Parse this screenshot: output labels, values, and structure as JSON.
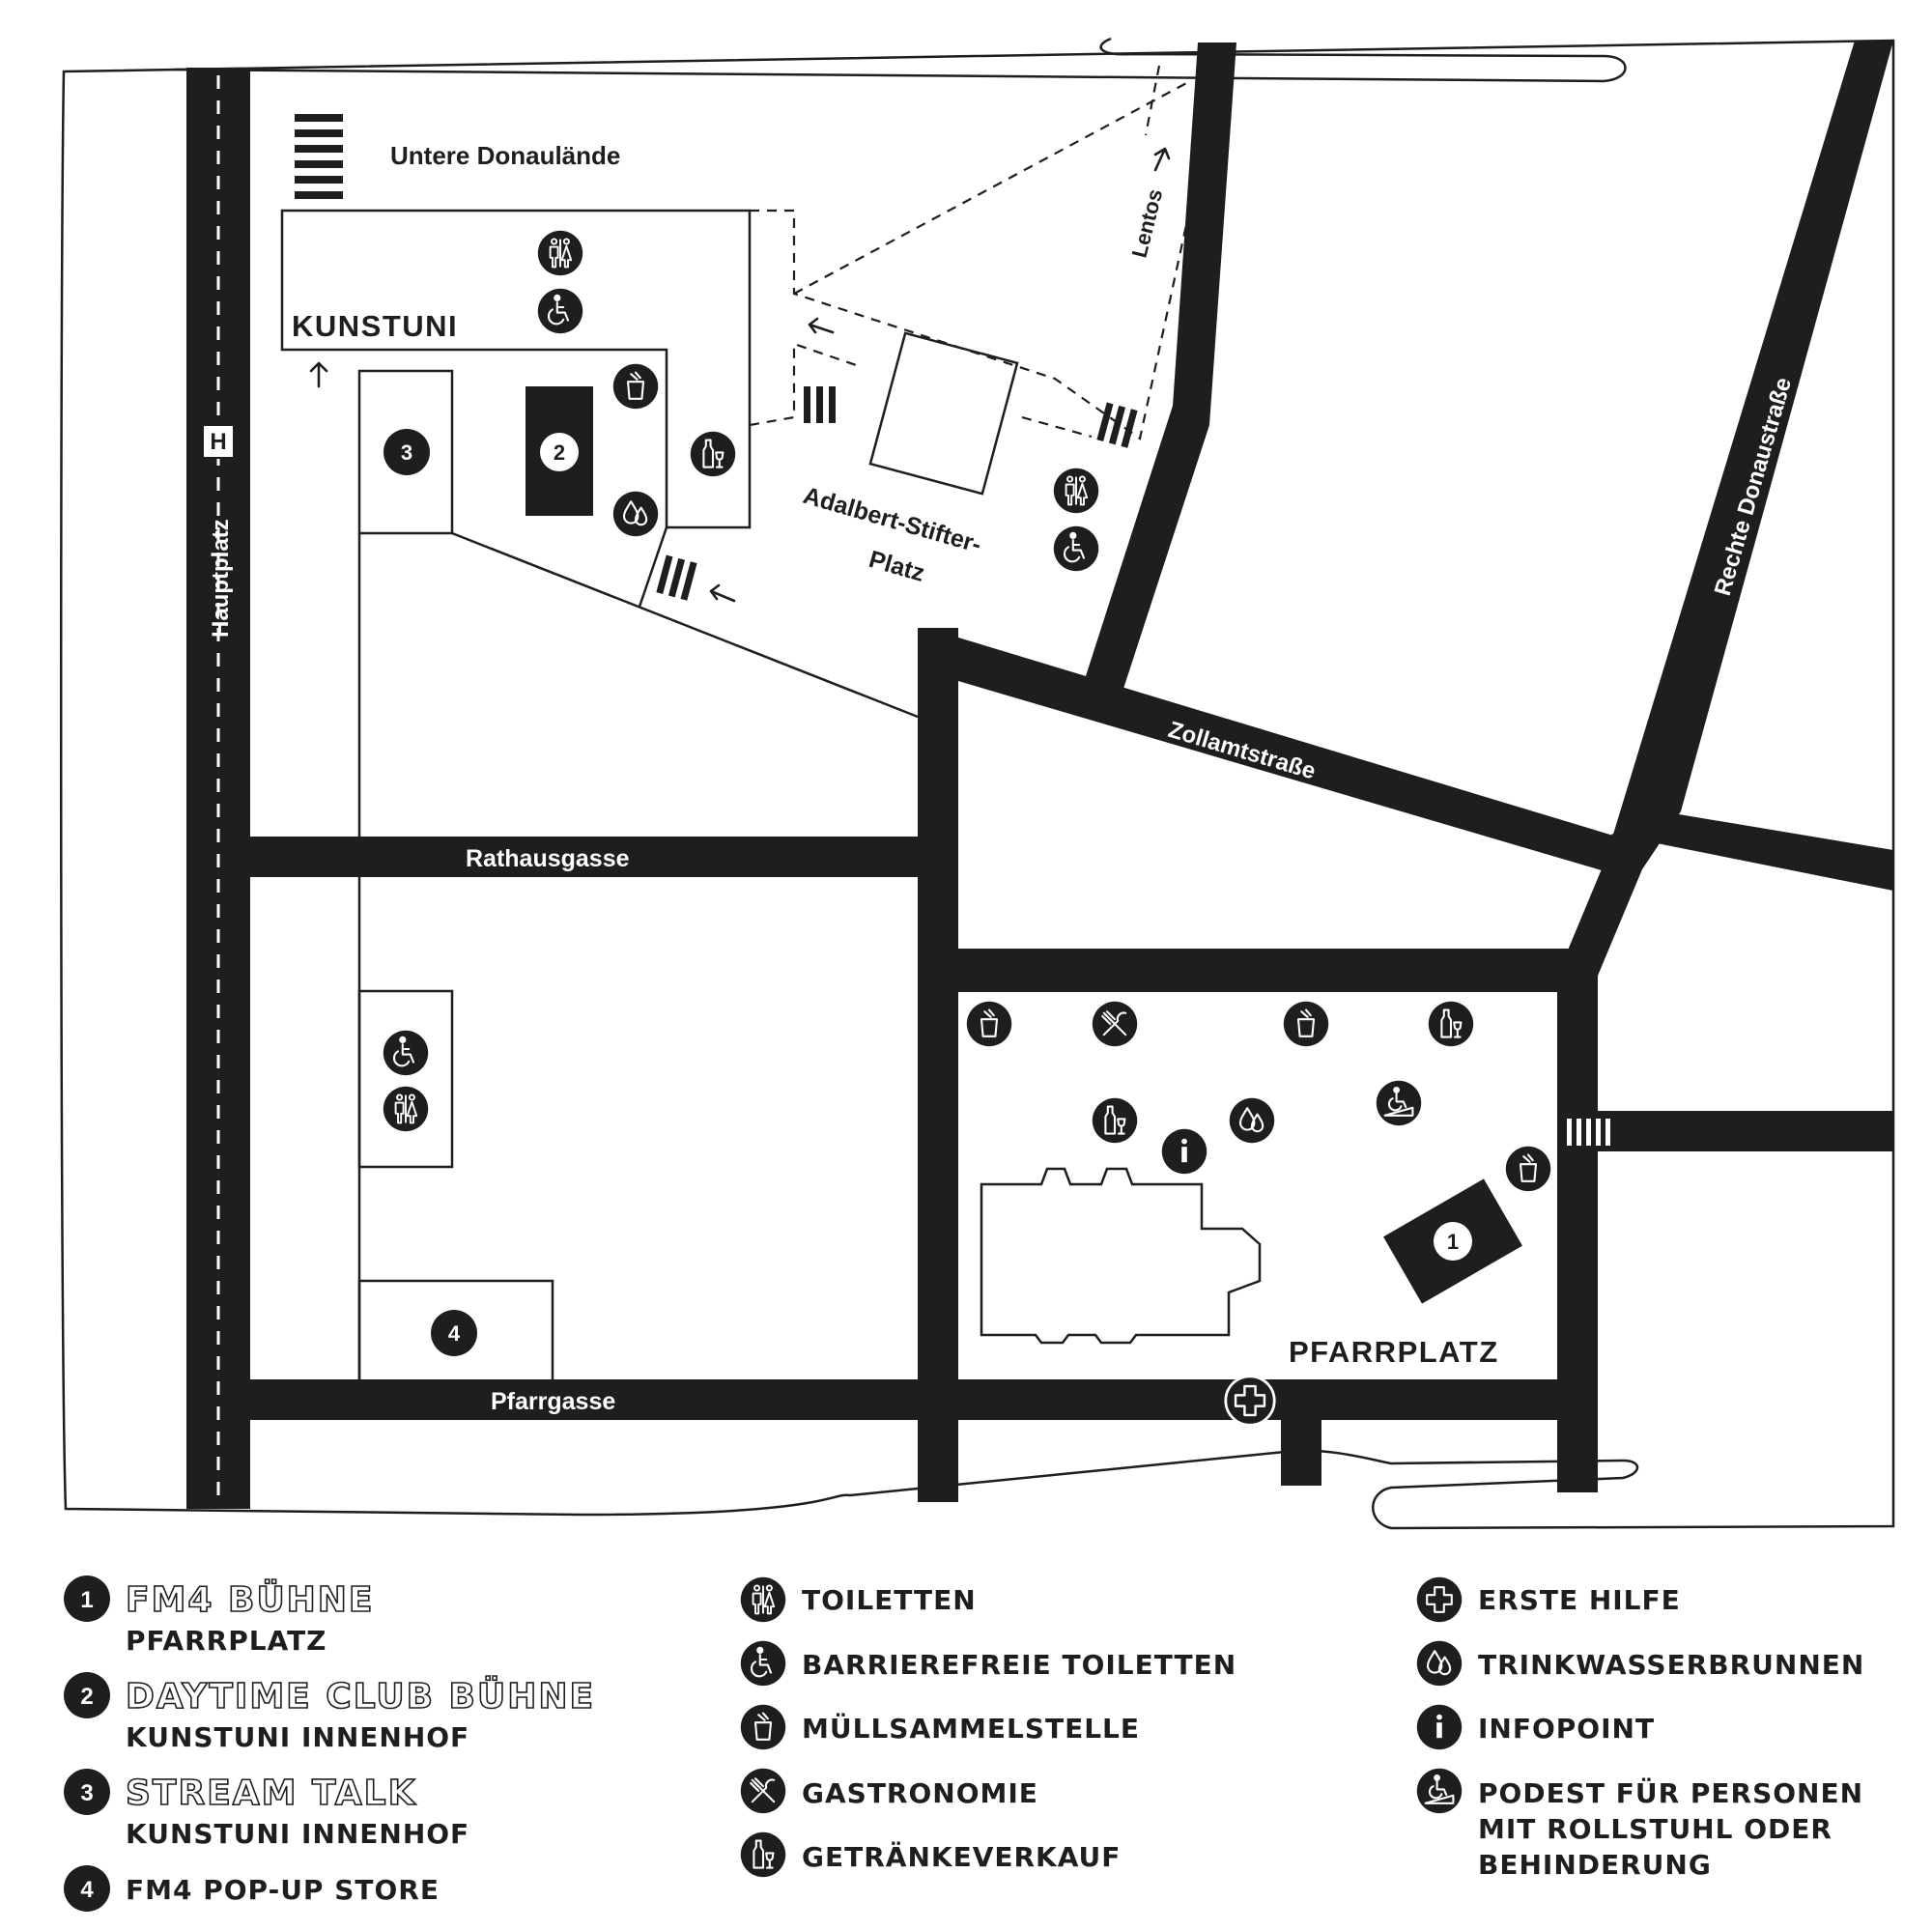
{
  "map": {
    "streets": {
      "untere_donaulaende": "Untere Donaulände",
      "hauptplatz": "Hauptplatz",
      "rathausgasse": "Rathausgasse",
      "pfarrgasse": "Pfarrgasse",
      "zollamtstrasse": "Zollamtstraße",
      "rechte_donaustrasse": "Rechte Donaustraße",
      "lentos": "Lentos"
    },
    "places": {
      "kunstuni": "KUNSTUNI",
      "adalbert_line1": "Adalbert-Stifter-",
      "adalbert_line2": "Platz",
      "pfarrplatz": "PFARRPLATZ"
    },
    "bus_stop": "H",
    "info_symbol": "i",
    "stages": [
      "1",
      "2",
      "3",
      "4"
    ]
  },
  "legend": {
    "stages": [
      {
        "num": "1",
        "title": "FM4 BÜHNE",
        "subtitle": "PFARRPLATZ"
      },
      {
        "num": "2",
        "title": "DAYTIME CLUB BÜHNE",
        "subtitle": "KUNSTUNI INNENHOF"
      },
      {
        "num": "3",
        "title": "STREAM TALK",
        "subtitle": "KUNSTUNI INNENHOF"
      },
      {
        "num": "4",
        "title": "FM4 POP-UP STORE",
        "subtitle": ""
      }
    ],
    "facilities": [
      {
        "icon": "toilets-icon",
        "label": "TOILETTEN"
      },
      {
        "icon": "accessible-toilet-icon",
        "label": "BARRIEREFREIE TOILETTEN"
      },
      {
        "icon": "waste-bin-icon",
        "label": "MÜLLSAMMELSTELLE"
      },
      {
        "icon": "fork-knife-icon",
        "label": "GASTRONOMIE"
      },
      {
        "icon": "bottle-glass-icon",
        "label": "GETRÄNKEVERKAUF"
      }
    ],
    "services": [
      {
        "icon": "first-aid-icon",
        "label": "ERSTE HILFE"
      },
      {
        "icon": "water-drops-icon",
        "label": "TRINKWASSERBRUNNEN"
      },
      {
        "icon": "info-icon",
        "label": "INFOPOINT"
      },
      {
        "icon": "wheelchair-ramp-icon",
        "lines": [
          "PODEST FÜR PERSONEN",
          "MIT ROLLSTUHL ODER",
          "BEHINDERUNG"
        ]
      }
    ]
  },
  "colors": {
    "ink": "#1e1e1e",
    "paper": "#ffffff"
  }
}
